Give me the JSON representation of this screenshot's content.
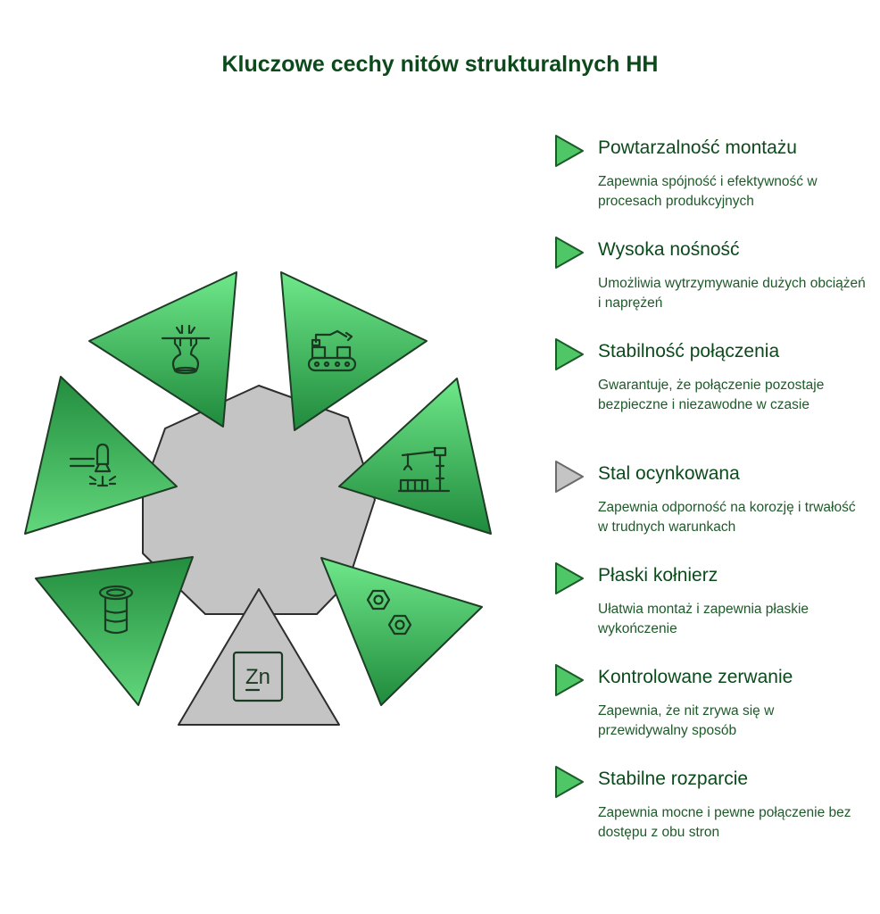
{
  "title": "Kluczowe cechy nitów strukturalnych HH",
  "colors": {
    "dark_green": "#0c4a1c",
    "green_light": "#6fe88a",
    "green_dark": "#1b7a34",
    "gray": "#c4c4c4",
    "outline": "#1f3d26"
  },
  "features": [
    {
      "name": "Powtarzalność montażu",
      "description": "Zapewnia spójność i efektywność w procesach produkcyjnych",
      "color": "green",
      "icon": "assembly-line-icon"
    },
    {
      "name": "Wysoka nośność",
      "description": "Umożliwia wytrzymywanie dużych obciążeń i naprężeń",
      "color": "green",
      "icon": "crane-icon"
    },
    {
      "name": "Stabilność połączenia",
      "description": "Gwarantuje, że połączenie pozostaje bezpieczne i niezawodne w czasie",
      "color": "green",
      "icon": "nuts-icon"
    },
    {
      "name": "Stal ocynkowana",
      "description": "Zapewnia odporność na korozję i trwałość w trudnych warunkach",
      "color": "gray",
      "icon": "zinc-icon",
      "icon_text": "Zn"
    },
    {
      "name": "Płaski kołnierz",
      "description": "Ułatwia montaż i zapewnia płaskie wykończenie",
      "color": "green",
      "icon": "flange-icon"
    },
    {
      "name": "Kontrolowane zerwanie",
      "description": "Zapewnia, że nit zrywa się w przewidywalny sposób",
      "color": "green",
      "icon": "rivet-break-icon"
    },
    {
      "name": "Stabilne rozparcie",
      "description": "Zapewnia mocne i pewne połączenie bez dostępu z obu stron",
      "color": "green",
      "icon": "rivet-expansion-icon"
    }
  ]
}
